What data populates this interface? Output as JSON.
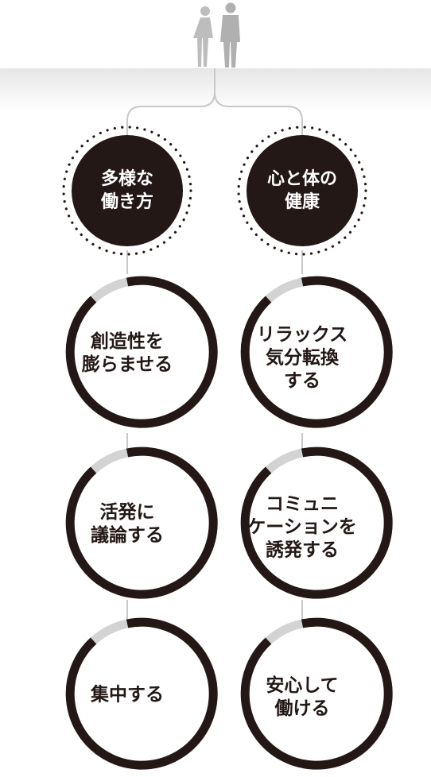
{
  "columns": [
    {
      "header": "多様な\n働き方",
      "items": [
        "創造性を\n膨らませる",
        "活発に\n議論する",
        "集中する"
      ]
    },
    {
      "header": "心と体の\n健康",
      "items": [
        "リラックス\n気分転換\nする",
        "コミュニ\nケーションを\n誘発する",
        "安心して\n働ける"
      ]
    }
  ],
  "colors": {
    "dark": "#231815",
    "ring_gap": "#d3d3d3",
    "connector": "#c8c8c8",
    "figures": "#bdbdbd",
    "band": "#e6e6e6"
  },
  "icons": [
    "person-woman-icon",
    "person-man-icon"
  ]
}
